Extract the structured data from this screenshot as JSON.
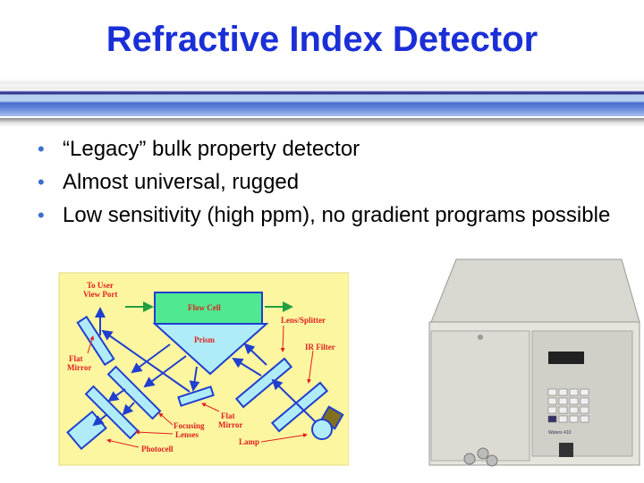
{
  "slide": {
    "title": "Refractive Index Detector",
    "bullets": [
      "“Legacy” bulk property detector",
      "Almost universal, rugged",
      "Low sensitivity (high ppm), no gradient programs possible"
    ]
  },
  "diagram": {
    "labels": {
      "to_user": "To User",
      "view_port": "View Port",
      "flow_cell": "Flow Cell",
      "prism": "Prism",
      "lens_splitter": "Lens/Splitter",
      "ir_filter": "IR Filter",
      "flat_mirror_1a": "Flat",
      "flat_mirror_1b": "Mirror",
      "flat_mirror_2a": "Flat",
      "flat_mirror_2b": "Mirror",
      "focusing_a": "Focusing",
      "focusing_b": "Lenses",
      "lamp": "Lamp",
      "photocell": "Photocell"
    },
    "colors": {
      "background": "#fdf6a0",
      "optics": "#b0ecf8",
      "flow_cell": "#50e890",
      "line": "#1f3fd0",
      "label": "#e02020"
    }
  },
  "photo": {
    "panel_label": "Waters 410"
  },
  "colors": {
    "title": "#1a2fd6",
    "bullet": "#3a6fd0"
  }
}
